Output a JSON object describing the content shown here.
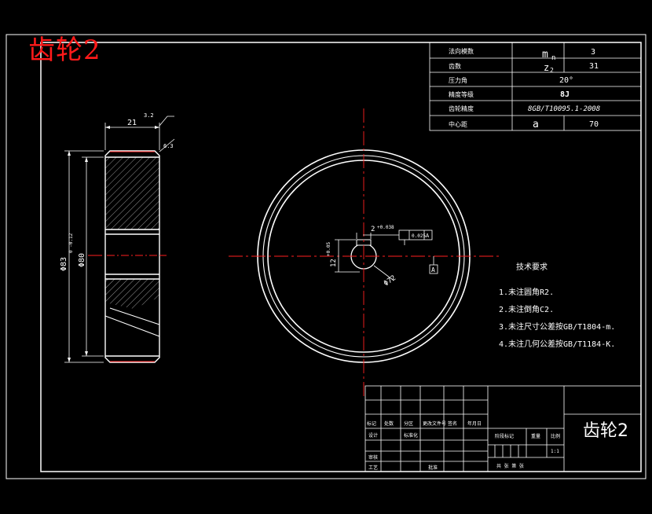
{
  "title": "齿轮2",
  "params_table": {
    "rows": [
      {
        "label": "法向模数",
        "symbol": "m",
        "sub": "n",
        "value": "3"
      },
      {
        "label": "齿数",
        "symbol": "z",
        "sub": "2",
        "value": "31"
      },
      {
        "label": "压力角",
        "symbol": "",
        "sub": "",
        "value": "20°"
      },
      {
        "label": "精度等级",
        "symbol": "",
        "sub": "",
        "value": "8J"
      },
      {
        "label": "齿轮精度",
        "symbol": "",
        "sub": "",
        "value": "8GB/T10095.1-2008"
      },
      {
        "label": "中心距",
        "symbol": "a",
        "sub": "",
        "value": "70"
      }
    ]
  },
  "dims": {
    "width": "21",
    "rough_top": "3.2",
    "rough_side": "6.3",
    "outer_dia": "Φ83",
    "outer_tol": "0 -0.12",
    "root_dia": "Φ80",
    "keyway": "2",
    "keyway_tol": "+0.038",
    "bore": "12",
    "bore_tol": "+0.05",
    "bore_r": "Φ72",
    "gtol_value": "0.025",
    "datum": "A"
  },
  "notes": {
    "heading": "技术要求",
    "items": [
      "1.未注圆角R2.",
      "2.未注倒角C2.",
      "3.未注尺寸公差按GB/T1804-m.",
      "4.未注几何公差按GB/T1184-K."
    ]
  },
  "title_block": {
    "part_name": "齿轮2",
    "hdr_labels": [
      "标记",
      "处数",
      "分区",
      "更改文件号",
      "签名",
      "年月日"
    ],
    "row_labels": [
      "设计",
      "审核",
      "工艺"
    ],
    "stage_label": "阶段标记",
    "weight_label": "重量",
    "scale_label": "比例",
    "scale_value": "1:1",
    "sheet_text": "共 张 第 张",
    "std_label": "标准化",
    "approve_label": "批准"
  },
  "colors": {
    "line": "#ffffff",
    "center": "#ff2020",
    "hatch": "#bdbdbd",
    "title": "#ff1a1a"
  }
}
